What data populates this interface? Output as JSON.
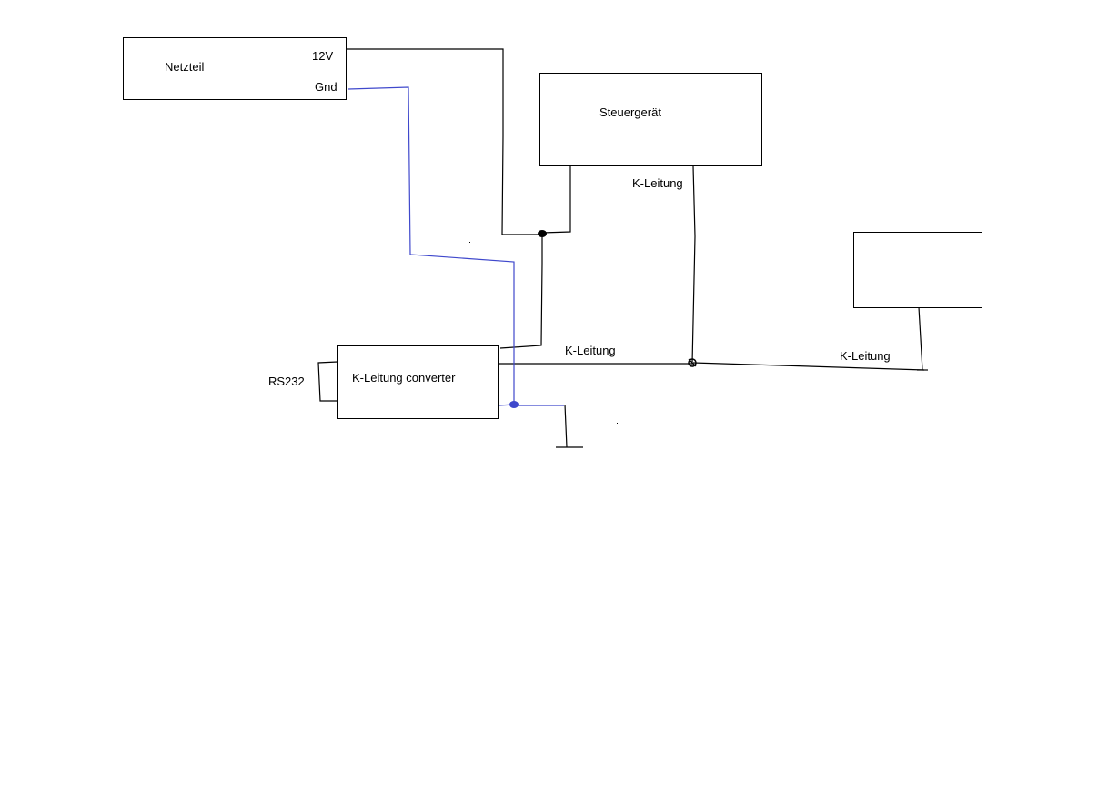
{
  "colors": {
    "background": "#ffffff",
    "line": "#000000",
    "ground_wire": "#3f48cc"
  },
  "components": {
    "netzteil": {
      "label": "Netzteil",
      "pin_12v": "12V",
      "pin_gnd": "Gnd"
    },
    "steuergeraet": {
      "label": "Steuergerät"
    },
    "converter": {
      "label": "K-Leitung converter"
    },
    "unnamed_box": {
      "label": ""
    }
  },
  "labels": {
    "rs232": "RS232",
    "k_leitung_steuergeraet": "K-Leitung",
    "k_leitung_middle": "K-Leitung",
    "k_leitung_right": "K-Leitung"
  }
}
